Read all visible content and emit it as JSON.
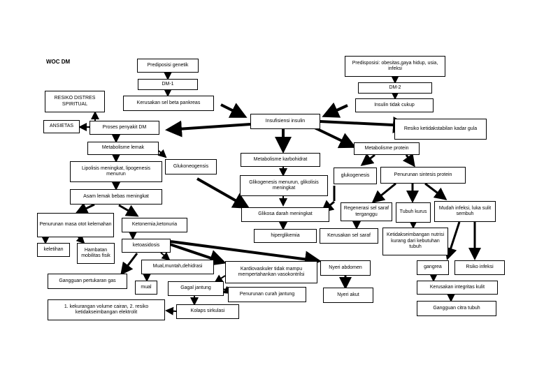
{
  "title": "WOC DM",
  "nodes": {
    "predisposisi_genetik": "Prediposisi genetik",
    "dm1": "DM-1",
    "kerusakan_sel_beta": "Kerusakan sel beta pankreas",
    "resiko_distres": "RESIKO DISTRES SPIRITUAL",
    "ansietas": "ANSIETAS",
    "proses_penyakit": "Proses penyakit DM",
    "metabolisme_lemak": "Metabolisme lemak",
    "glukoneogenesis": "Glukoneogensis",
    "lipolisis": "Lipolisis meningkat, lipogenesis menurun",
    "asam_lemak": "Asam lemak bebas meningkat",
    "penurunan_masa_otot": "Penurunan masa otot kelemahan",
    "keletihan": "keletihan",
    "hambatan_mobilitas": "Hambatan mobilitas fisik",
    "ketonemia": "Ketonemia,ketonuria",
    "ketoasidosis": "ketoasidosis",
    "gangguan_pertukaran_gas": "Gangguan pertukaran gas",
    "mual_muntah": "Mual,muntah,dehidrasi",
    "mual": "mual",
    "kekurangan_volume": "1. kekurangan volume cairan, 2. resiko ketidakseimbangan elektrolit",
    "gagal_jantung": "Gagal jantung",
    "kolaps_sirkulasi": "Kolaps sirkulasi",
    "kardiovaskuler": "Kardiovaskuler tidak mampu mempertahankan vasokontrilsi",
    "penurunan_curah_jantung": "Penurunan curah jantung",
    "nyeri_abdomen": "Nyeri abdomen",
    "nyeri_akut": "Nyeri akut",
    "insufisiensi_insulin": "Insufisiensi insulin",
    "metabolisme_karbohidrat": "Metabolisme karbohidrat",
    "glikogenesis_menurun": "Glikogenesis menurun, glikolisis meningkat",
    "glikosa_darah": "Glikosa darah meningkat",
    "hiperglikemia": "hiperglikemia",
    "predisposisi_obesitas": "Predisposisi: obesitas,gaya hidup, usia, infeksi",
    "dm2": "DM-2",
    "insulin_tidak_cukup": "Insulin tidak cukup",
    "resiko_ketidakstabilan": "Resiko ketidakstabilan kadar gula",
    "metabolisme_protein": "Metabolisme protein",
    "glukogenesis": "glukogenesis",
    "penurunan_sintesis": "Penurunan sintesis protein",
    "regenerasi_sel": "Regenerasi sel saraf terganggu",
    "kerusakan_sel_saraf": "Kerusakan sel saraf",
    "tubuh_kurus": "Tubuh kurus",
    "ketidakseimbangan_nutrisi": "Ketidakseimbangan nutrisi kurang dari kebutuhan tubuh",
    "mudah_infeksi": "Mudah infeksi, luka sulit sembuh",
    "gangrea": "gangrea",
    "risiko_infeksi": "Rsiko infeksi",
    "kerusakan_integritas": "Kerusakan integritas kulit",
    "gangguan_citra": "Gangguan citra tubuh"
  }
}
